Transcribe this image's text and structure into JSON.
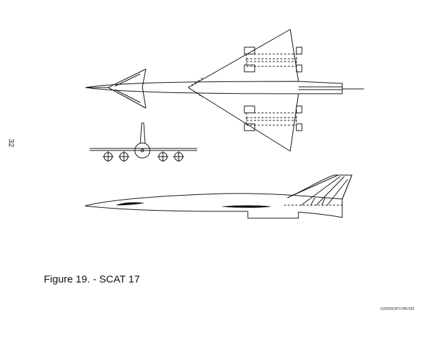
{
  "page": {
    "page_number": "32",
    "caption": "Figure 19. - SCAT 17",
    "drawing_code": "G2/26SCAT17/80-925"
  },
  "colors": {
    "line": "#111111",
    "background": "#ffffff"
  }
}
